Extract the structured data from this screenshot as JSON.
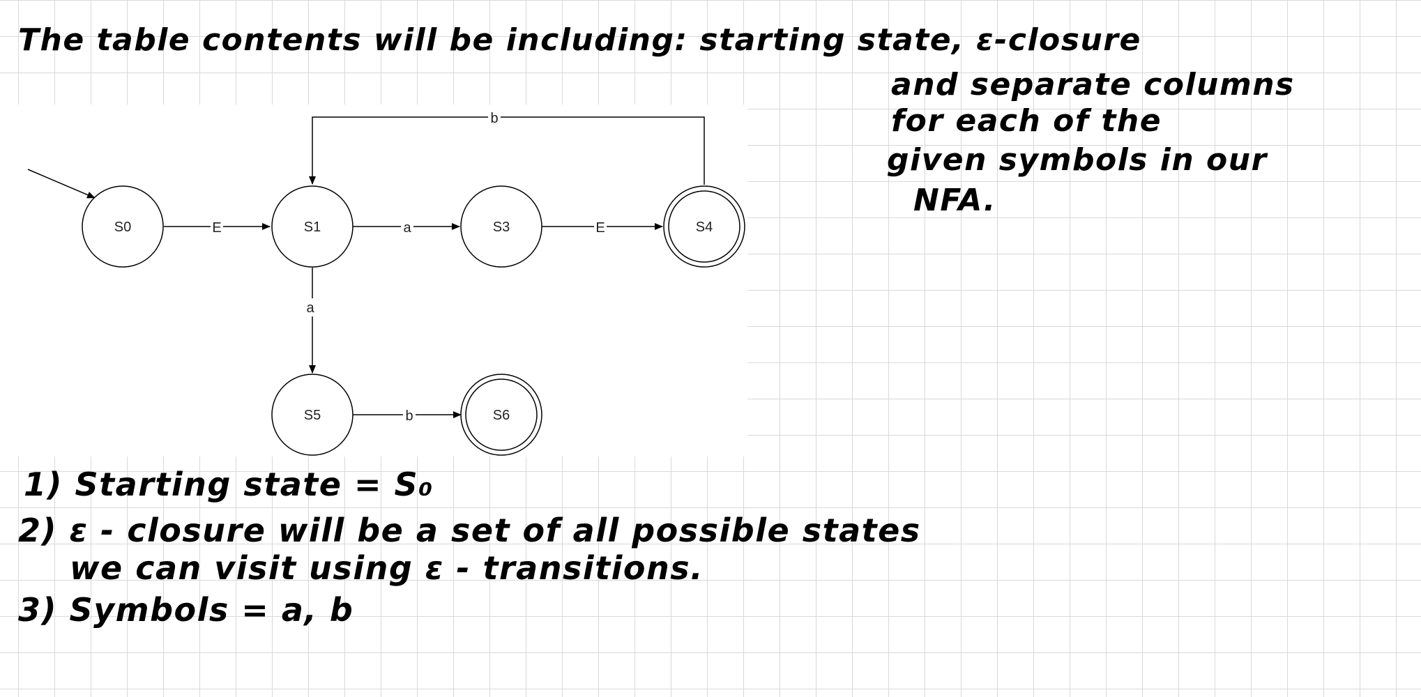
{
  "heading": {
    "line1": "The table contents will be including: starting state, ε-closure",
    "line2": "and separate columns",
    "line3": "for each of the",
    "line4": "given symbols in our",
    "line5": "NFA."
  },
  "diagram": {
    "states": [
      {
        "id": "S0",
        "label": "S0",
        "accepting": false,
        "start": true
      },
      {
        "id": "S1",
        "label": "S1",
        "accepting": false,
        "start": false
      },
      {
        "id": "S3",
        "label": "S3",
        "accepting": false,
        "start": false
      },
      {
        "id": "S4",
        "label": "S4",
        "accepting": true,
        "start": false
      },
      {
        "id": "S5",
        "label": "S5",
        "accepting": false,
        "start": false
      },
      {
        "id": "S6",
        "label": "S6",
        "accepting": true,
        "start": false
      }
    ],
    "transitions": [
      {
        "from": "S0",
        "to": "S1",
        "label": "E"
      },
      {
        "from": "S1",
        "to": "S3",
        "label": "a"
      },
      {
        "from": "S3",
        "to": "S4",
        "label": "E"
      },
      {
        "from": "S4",
        "to": "S1",
        "label": "b"
      },
      {
        "from": "S1",
        "to": "S5",
        "label": "a"
      },
      {
        "from": "S5",
        "to": "S6",
        "label": "b"
      }
    ]
  },
  "notes": {
    "item1": "1) Starting state = S₀",
    "item2_line1": "2) ε - closure will be a set of all possible states",
    "item2_line2": "we can visit using ε - transitions.",
    "item3": "3) Symbols = a, b"
  },
  "colors": {
    "grid": "#d9d9d9",
    "ink": "#000000",
    "diagram_stroke": "#000000"
  }
}
